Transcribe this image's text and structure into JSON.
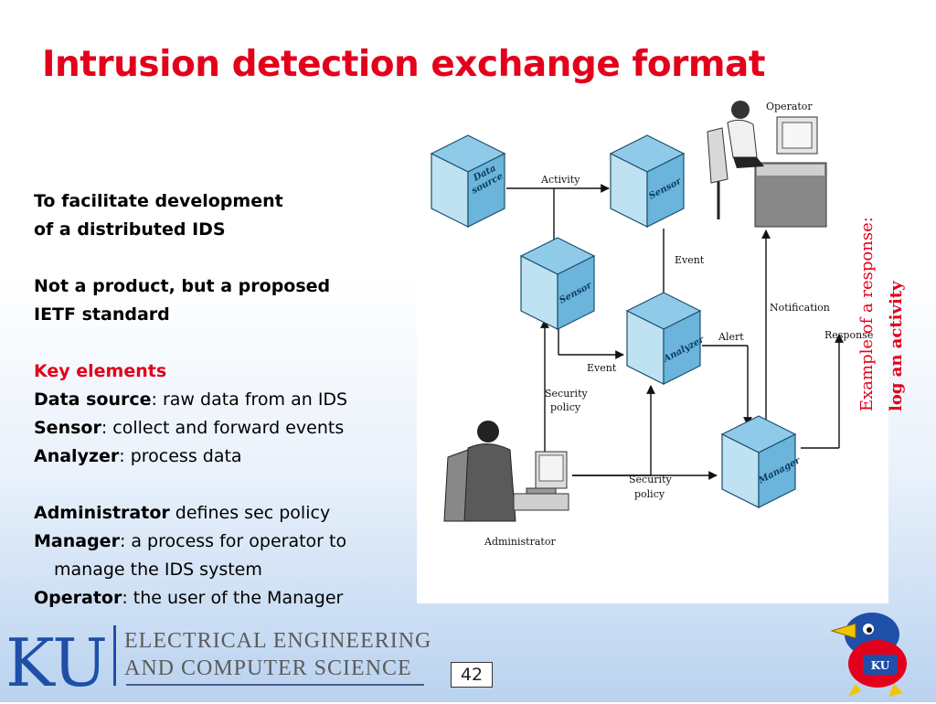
{
  "slide": {
    "title": "Intrusion detection exchange format",
    "page_number": "42"
  },
  "bullets": {
    "b1_line1": "To facilitate development",
    "b1_line2": "of a distributed IDS",
    "b2_line1": "Not a product, but a proposed",
    "b2_line2": "IETF standard",
    "key_heading": "Key elements",
    "data_source_term": "Data source",
    "data_source_desc": ": raw data from an IDS",
    "sensor_term": "Sensor",
    "sensor_desc": ": collect and forward events",
    "analyzer_term": "Analyzer",
    "analyzer_desc": ": process data",
    "admin_term": "Administrator",
    "admin_desc": " defines sec policy",
    "manager_term": "Manager",
    "manager_desc_1": ": a process for operator to",
    "manager_desc_2": "manage the IDS system",
    "operator_term": "Operator",
    "operator_desc": ": the user of the Manager"
  },
  "side_note": {
    "line1": "Example of a response:",
    "line2": "log an activity"
  },
  "diagram": {
    "cube_data_source_1": "Data",
    "cube_data_source_2": "source",
    "cube_sensor_top": "Sensor",
    "cube_sensor_left": "Sensor",
    "cube_analyzer": "Analyzer",
    "cube_manager": "Manager",
    "label_activity": "Activity",
    "label_event_1": "Event",
    "label_event_2": "Event",
    "label_alert": "Alert",
    "label_notification": "Notification",
    "label_response": "Response",
    "label_security_policy_1a": "Security",
    "label_security_policy_1b": "policy",
    "label_security_policy_2a": "Security",
    "label_security_policy_2b": "policy",
    "label_operator": "Operator",
    "label_administrator": "Administrator"
  },
  "footer": {
    "logo_letters": "KU",
    "dept_line1": "ELECTRICAL ENGINEERING",
    "dept_line2": "AND COMPUTER SCIENCE",
    "mascot_badge": "KU"
  },
  "colors": {
    "title_red": "#e3001b",
    "ku_blue": "#1e50a8",
    "cube_front": "#bfe2f3",
    "cube_top": "#8fcbe8",
    "cube_side": "#6bb4db"
  }
}
